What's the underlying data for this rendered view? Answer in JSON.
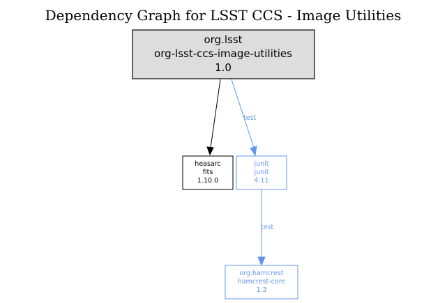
{
  "title": "Dependency Graph for LSST CCS - Image Utilities",
  "colors": {
    "test": "#6495ed",
    "compile": "#000000",
    "root_fill": "#dddddd"
  },
  "nodes": {
    "root": {
      "group": "org.lsst",
      "artifact": "org-lsst-ccs-image-utilities",
      "version": "1.0"
    },
    "fits": {
      "group": "heasarc",
      "artifact": "fits",
      "version": "1.10.0"
    },
    "junit": {
      "group": "junit",
      "artifact": "junit",
      "version": "4.11"
    },
    "hamcrest": {
      "group": "org.hamcrest",
      "artifact": "hamcrest-core",
      "version": "1.3"
    }
  },
  "edges": [
    {
      "from": "root",
      "to": "fits",
      "label": ""
    },
    {
      "from": "root",
      "to": "junit",
      "label": "test"
    },
    {
      "from": "junit",
      "to": "hamcrest",
      "label": "test"
    }
  ]
}
